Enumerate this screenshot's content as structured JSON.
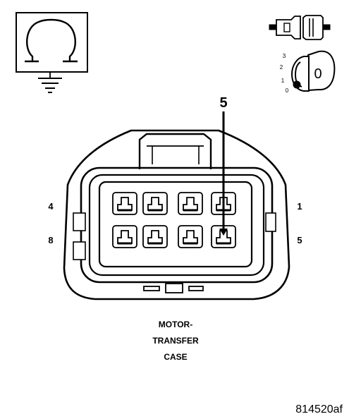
{
  "callout": {
    "label": "5"
  },
  "pin_numbers": {
    "top_left": "4",
    "bottom_left": "8",
    "top_right": "1",
    "bottom_right": "5"
  },
  "key_switch": {
    "position_labels": [
      "3",
      "2",
      "1",
      "0"
    ],
    "key_label": "0"
  },
  "connector_name": {
    "line1": "MOTOR-",
    "line2": "TRANSFER",
    "line3": "CASE"
  },
  "figure_id": "814520af",
  "icons": [
    "ohmmeter-ground-icon",
    "connector-unplug-icon",
    "ignition-key-off-icon"
  ],
  "connector": {
    "rows": 2,
    "cavities_per_row": 4,
    "highlighted_cavity": "5"
  }
}
